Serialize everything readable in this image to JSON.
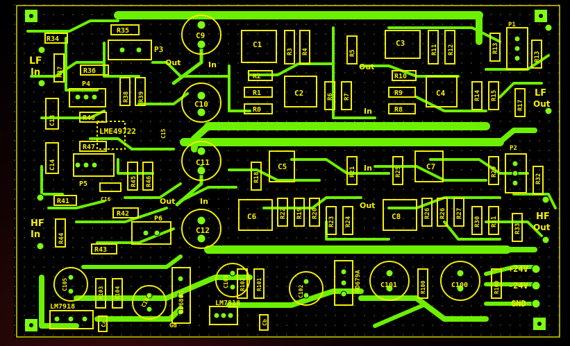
{
  "board": {
    "labels": [
      {
        "id": "r34",
        "text": "R34"
      },
      {
        "id": "r35",
        "text": "R35"
      },
      {
        "id": "p3",
        "text": "P3"
      },
      {
        "id": "lf-in-lf",
        "text": "LF"
      },
      {
        "id": "lf-in-in",
        "text": "In"
      },
      {
        "id": "r37",
        "text": "R37"
      },
      {
        "id": "r36",
        "text": "R36"
      },
      {
        "id": "p4",
        "text": "P4"
      },
      {
        "id": "r38",
        "text": "R38"
      },
      {
        "id": "r39",
        "text": "R39"
      },
      {
        "id": "c13",
        "text": "C13"
      },
      {
        "id": "r40",
        "text": "R40"
      },
      {
        "id": "lme49722",
        "text": "LME49722"
      },
      {
        "id": "c15",
        "text": "C15"
      },
      {
        "id": "c14",
        "text": "C14"
      },
      {
        "id": "r47",
        "text": "R47"
      },
      {
        "id": "p5",
        "text": "P5"
      },
      {
        "id": "r45",
        "text": "R45"
      },
      {
        "id": "r46",
        "text": "R46"
      },
      {
        "id": "c16",
        "text": "C16"
      },
      {
        "id": "r41",
        "text": "R41"
      },
      {
        "id": "r42",
        "text": "R42"
      },
      {
        "id": "hf-in-hf",
        "text": "HF"
      },
      {
        "id": "hf-in-in",
        "text": "In"
      },
      {
        "id": "r44",
        "text": "R44"
      },
      {
        "id": "p6",
        "text": "P6"
      },
      {
        "id": "r43",
        "text": "R43"
      },
      {
        "id": "c9",
        "text": "C9"
      },
      {
        "id": "c10",
        "text": "C10"
      },
      {
        "id": "c11",
        "text": "C11"
      },
      {
        "id": "c12",
        "text": "C12"
      },
      {
        "id": "out-1",
        "text": "Out"
      },
      {
        "id": "in-1",
        "text": "In"
      },
      {
        "id": "out-2",
        "text": "Out"
      },
      {
        "id": "in-2",
        "text": "In"
      },
      {
        "id": "c1",
        "text": "C1"
      },
      {
        "id": "r3",
        "text": "R3"
      },
      {
        "id": "r4",
        "text": "R4"
      },
      {
        "id": "r5",
        "text": "R5"
      },
      {
        "id": "r2",
        "text": "R2"
      },
      {
        "id": "r1",
        "text": "R1"
      },
      {
        "id": "r0",
        "text": "R0"
      },
      {
        "id": "c2",
        "text": "C2"
      },
      {
        "id": "r6",
        "text": "R6"
      },
      {
        "id": "r7",
        "text": "R7"
      },
      {
        "id": "out-3",
        "text": "Out"
      },
      {
        "id": "in-3",
        "text": "In"
      },
      {
        "id": "c3",
        "text": "C3"
      },
      {
        "id": "r11",
        "text": "R11"
      },
      {
        "id": "r12",
        "text": "R12"
      },
      {
        "id": "r10",
        "text": "R10"
      },
      {
        "id": "r9",
        "text": "R9"
      },
      {
        "id": "r8",
        "text": "R8"
      },
      {
        "id": "c4",
        "text": "C4"
      },
      {
        "id": "r14",
        "text": "R14"
      },
      {
        "id": "r15",
        "text": "R15"
      },
      {
        "id": "r13a",
        "text": "R13"
      },
      {
        "id": "p1",
        "text": "P1"
      },
      {
        "id": "r13b",
        "text": "R13"
      },
      {
        "id": "r17",
        "text": "R17"
      },
      {
        "id": "lf-out-lf",
        "text": "LF"
      },
      {
        "id": "lf-out-out",
        "text": "Out"
      },
      {
        "id": "r18",
        "text": "R18"
      },
      {
        "id": "c5",
        "text": "C5"
      },
      {
        "id": "r21",
        "text": "R21"
      },
      {
        "id": "in-4",
        "text": "In"
      },
      {
        "id": "r25",
        "text": "R25"
      },
      {
        "id": "c7",
        "text": "C7"
      },
      {
        "id": "r29",
        "text": "R29"
      },
      {
        "id": "p2",
        "text": "P2"
      },
      {
        "id": "r32",
        "text": "R32"
      },
      {
        "id": "c6",
        "text": "C6"
      },
      {
        "id": "r22",
        "text": "R22"
      },
      {
        "id": "r19",
        "text": "R19"
      },
      {
        "id": "r20",
        "text": "R20"
      },
      {
        "id": "r23",
        "text": "R23"
      },
      {
        "id": "r24",
        "text": "R24"
      },
      {
        "id": "out-4",
        "text": "Out"
      },
      {
        "id": "c8",
        "text": "C8"
      },
      {
        "id": "r26a",
        "text": "R26"
      },
      {
        "id": "r26b",
        "text": "R26"
      },
      {
        "id": "r27",
        "text": "R27"
      },
      {
        "id": "r30",
        "text": "R30"
      },
      {
        "id": "r31",
        "text": "R31"
      },
      {
        "id": "r33",
        "text": "R33"
      },
      {
        "id": "hf-out-hf",
        "text": "HF"
      },
      {
        "id": "hf-out-out",
        "text": "Out"
      },
      {
        "id": "c105",
        "text": "C105"
      },
      {
        "id": "r103",
        "text": "R103"
      },
      {
        "id": "r104",
        "text": "R104"
      },
      {
        "id": "c104",
        "text": "C104"
      },
      {
        "id": "bd680a",
        "text": "BD680A"
      },
      {
        "id": "c103",
        "text": "C103"
      },
      {
        "id": "r102",
        "text": "R102"
      },
      {
        "id": "r101",
        "text": "R101"
      },
      {
        "id": "c102",
        "text": "C102"
      },
      {
        "id": "bd679a",
        "text": "BD679A"
      },
      {
        "id": "c101",
        "text": "C101"
      },
      {
        "id": "r100a",
        "text": "R100"
      },
      {
        "id": "c100",
        "text": "C100"
      },
      {
        "id": "r100b",
        "text": "R100"
      },
      {
        "id": "plus24",
        "text": "+24V"
      },
      {
        "id": "minus24",
        "text": "-24V"
      },
      {
        "id": "gnd",
        "text": "GND"
      },
      {
        "id": "lm7918",
        "text": "LM7918"
      },
      {
        "id": "lm7818",
        "text": "LM7818"
      },
      {
        "id": "ca",
        "text": "Ca"
      },
      {
        "id": "cb",
        "text": "Cb"
      },
      {
        "id": "gd",
        "text": "Gd"
      }
    ]
  },
  "colors": {
    "silkscreen": "#f4f000",
    "copper": "#6cf000",
    "board": "#000000"
  }
}
